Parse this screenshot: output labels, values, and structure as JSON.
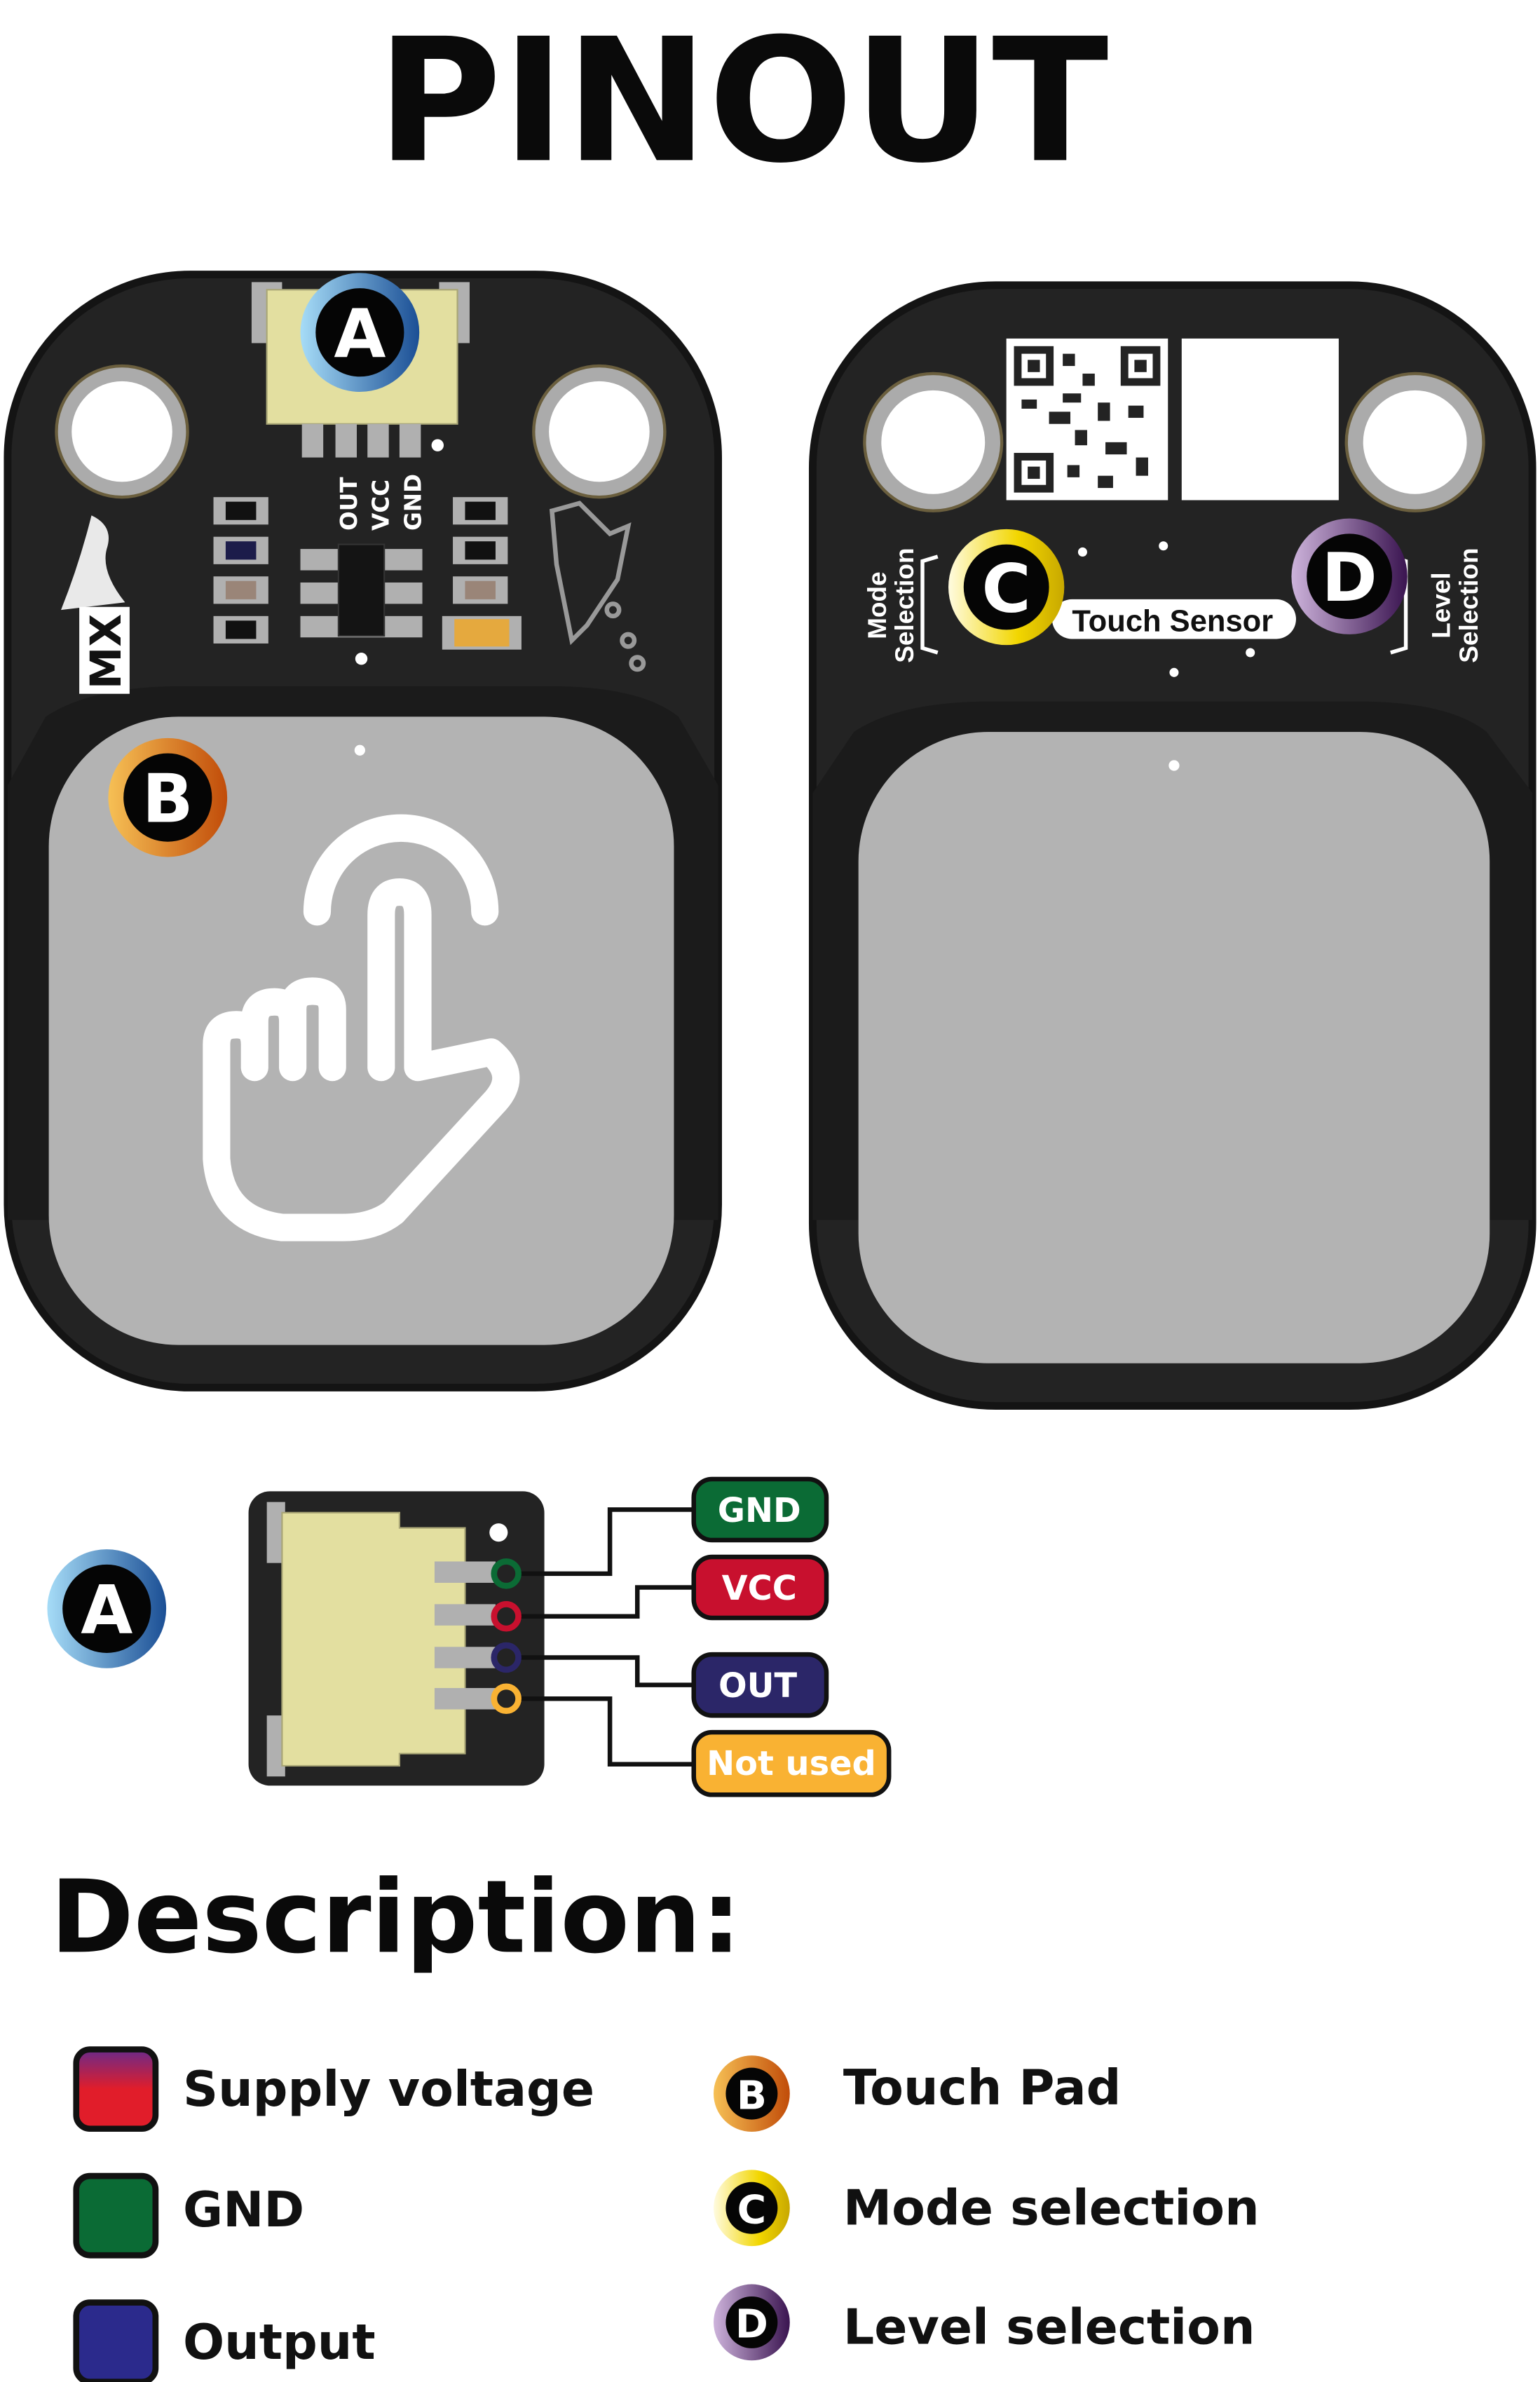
{
  "title": "PINOUT",
  "front_board": {
    "connector_pin_labels": [
      "OUT",
      "VCC",
      "GND"
    ],
    "logo_text": "MX",
    "badge_a": "A",
    "badge_b": "B"
  },
  "back_board": {
    "silkscreen_label": "Touch Sensor",
    "mode_label": [
      "Mode",
      "Selection"
    ],
    "level_label": [
      "Level",
      "Selection"
    ],
    "badge_c": "C",
    "badge_d": "D"
  },
  "connector_diagram": {
    "badge": "A",
    "pins": [
      {
        "label": "GND",
        "color": "#0b6b35"
      },
      {
        "label": "VCC",
        "color": "#c8102e"
      },
      {
        "label": "OUT",
        "color": "#2b2668"
      },
      {
        "label": "Not used",
        "color": "#f9b233"
      }
    ]
  },
  "description": {
    "heading": "Description:",
    "colors": [
      {
        "label": "Supply voltage",
        "color": "#e11d2a"
      },
      {
        "label": "GND",
        "color": "#0b6b35"
      },
      {
        "label": "Output",
        "color": "#2b2a8c"
      }
    ],
    "badges": [
      {
        "letter": "B",
        "label": "Touch Pad"
      },
      {
        "letter": "C",
        "label": "Mode selection"
      },
      {
        "letter": "D",
        "label": "Level selection"
      }
    ]
  }
}
